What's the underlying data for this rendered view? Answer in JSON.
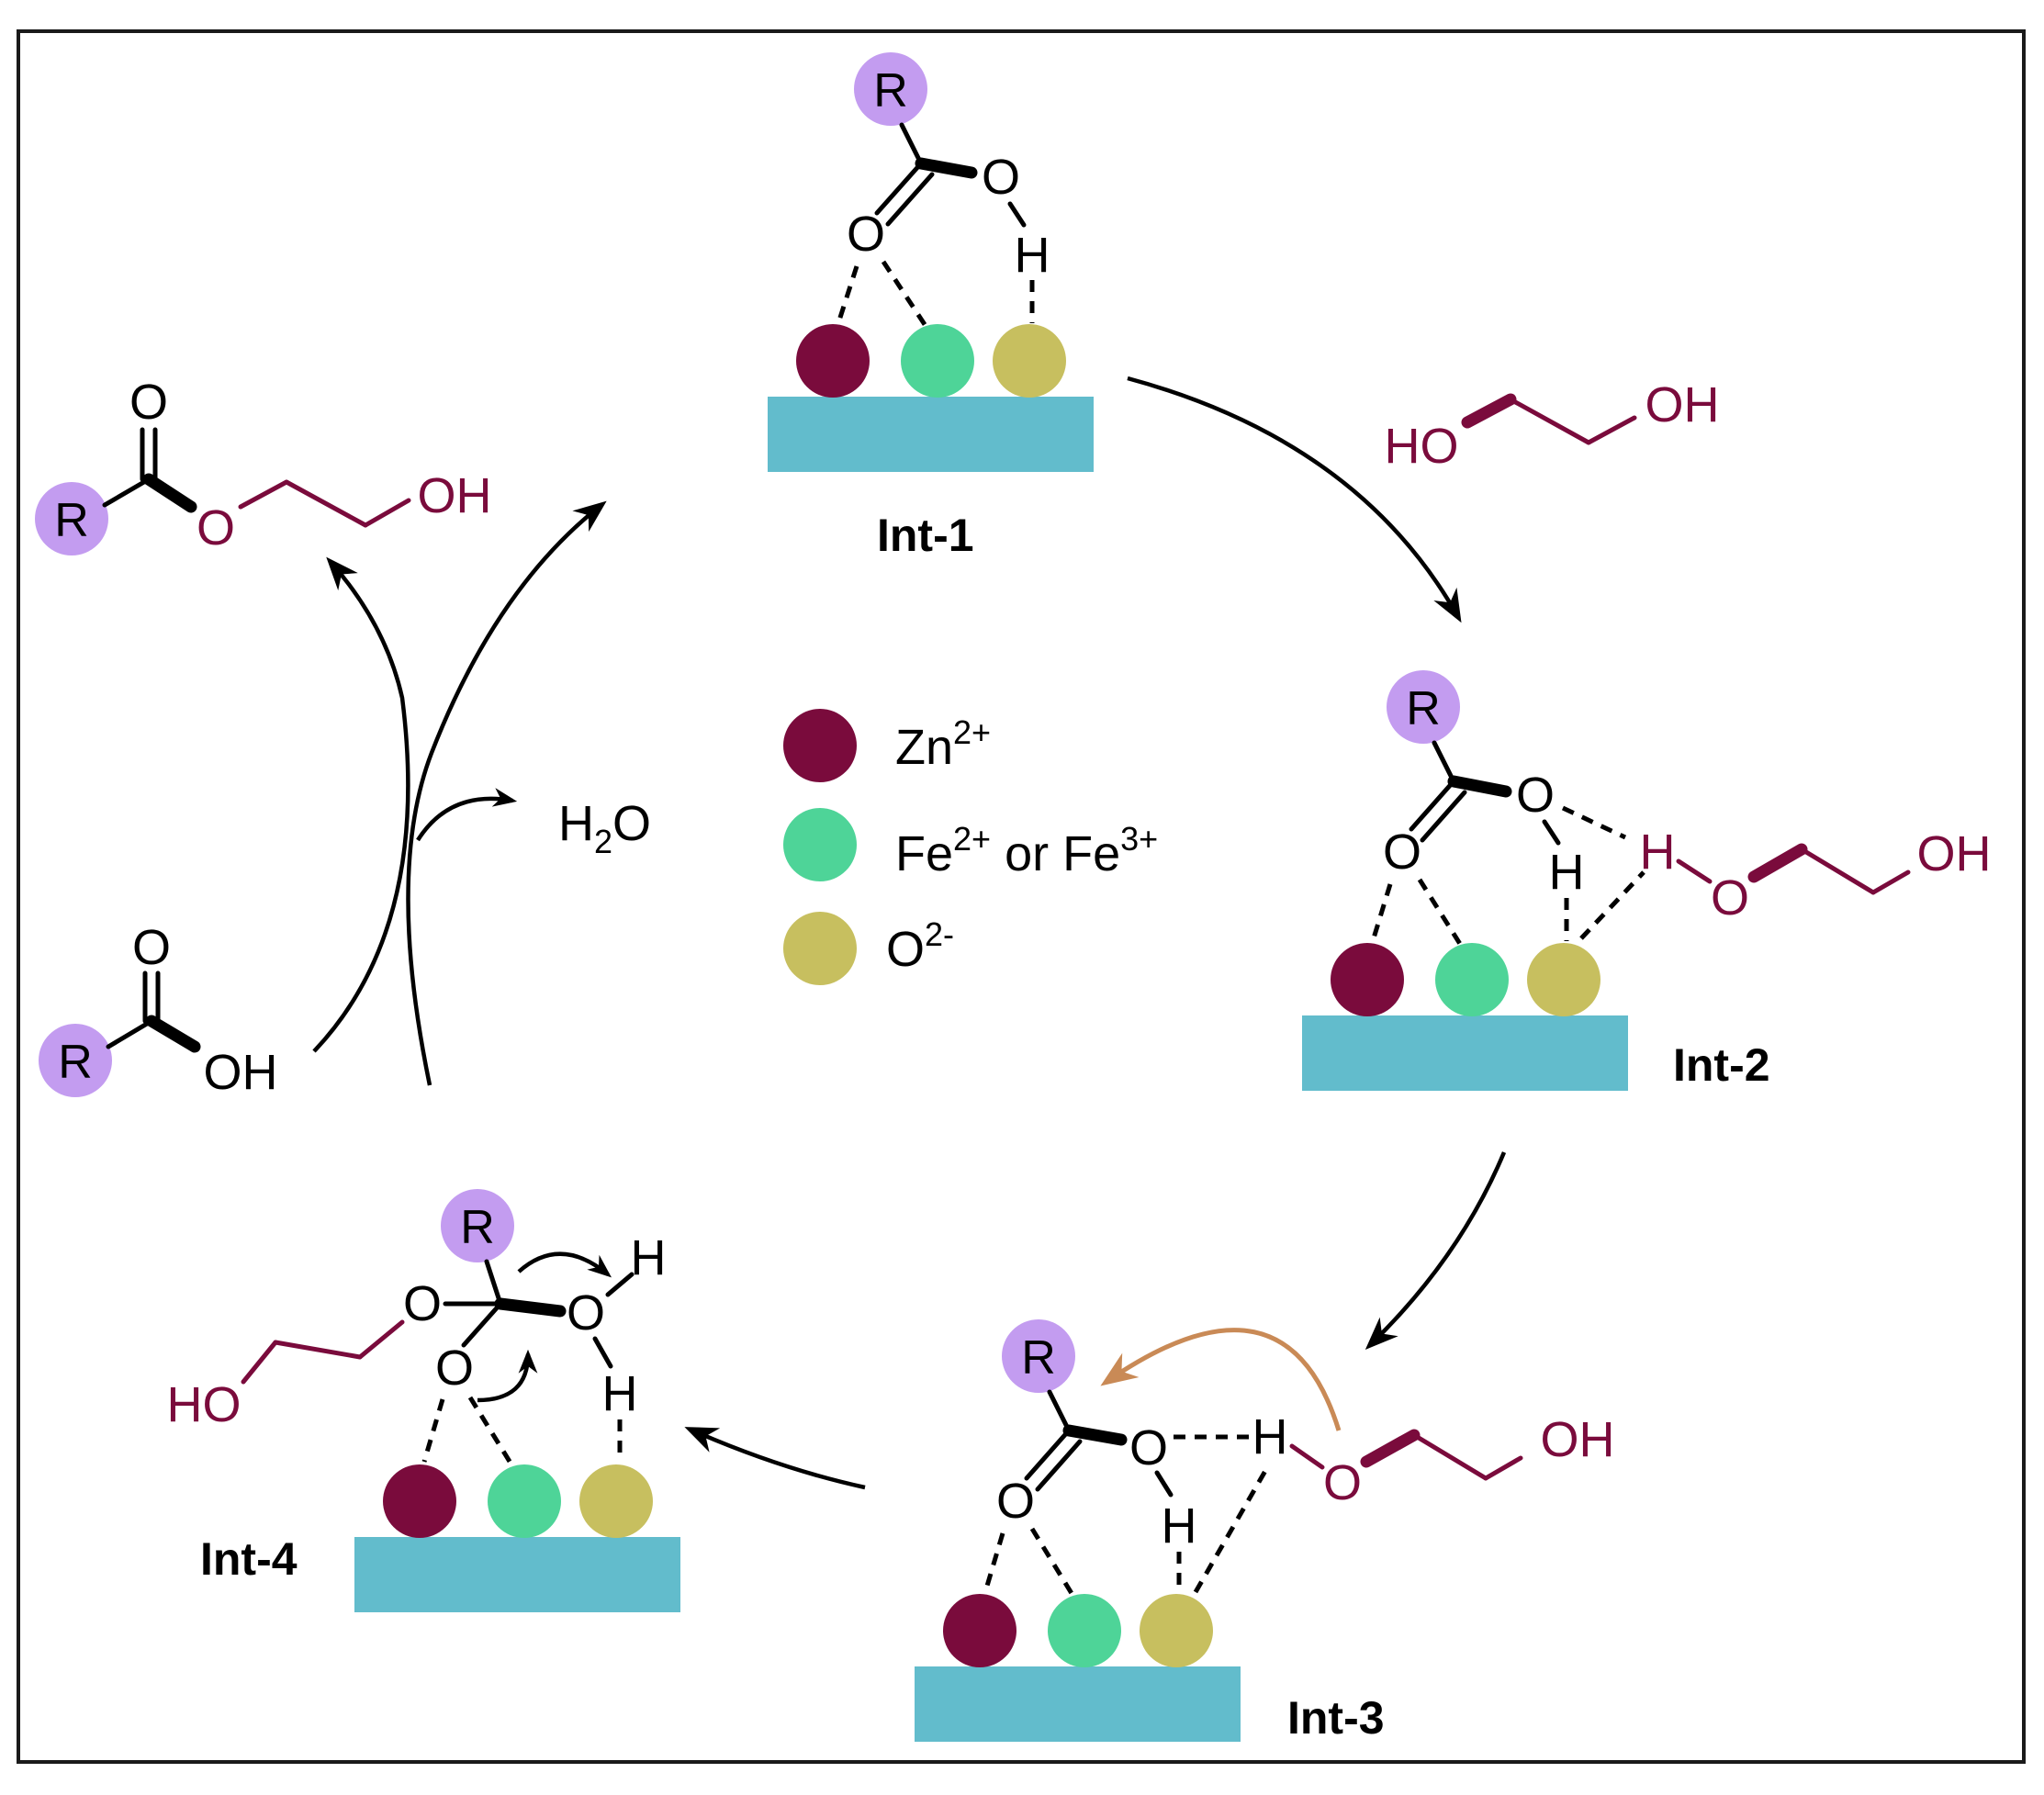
{
  "colors": {
    "zn": "#7a0b3c",
    "fe": "#4ed498",
    "o": "#c7bf5f",
    "surface": "#62bccc",
    "r_group": "#c39cf0",
    "glycol": "#7a0b3c",
    "curly_arrow": "#c98a56"
  },
  "atoms": {
    "R": "R",
    "O": "O",
    "H": "H",
    "OH": "OH",
    "HO": "HO"
  },
  "intermediates": {
    "int1": "Int-1",
    "int2": "Int-2",
    "int3": "Int-3",
    "int4": "Int-4"
  },
  "legend": {
    "zn": {
      "base": "Zn",
      "sup": "2+"
    },
    "fe": {
      "base1": "Fe",
      "sup1": "2+",
      "mid": " or Fe",
      "sup2": "3+"
    },
    "o": {
      "base": "O",
      "sup": "2-"
    }
  },
  "byproduct": {
    "h": "H",
    "sub": "2",
    "o": "O"
  }
}
